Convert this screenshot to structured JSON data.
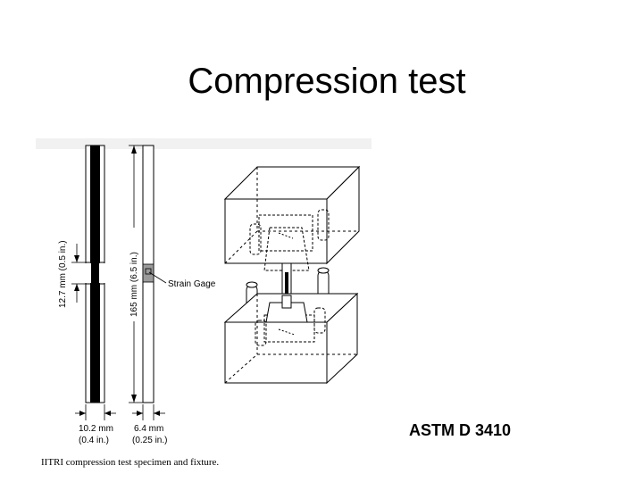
{
  "slide": {
    "title": "Compression test",
    "standard": "ASTM D 3410"
  },
  "figure": {
    "caption": "IITRI compression test specimen and fixture.",
    "strain_gage_label": "Strain Gage",
    "gage_length": "12.7 mm (0.5 in.)",
    "specimen_length": "165 mm (6.5 in.)",
    "width_mm": "10.2 mm",
    "width_in": "(0.4 in.)",
    "thickness_mm": "6.4 mm",
    "thickness_in": "(0.25 in.)"
  }
}
